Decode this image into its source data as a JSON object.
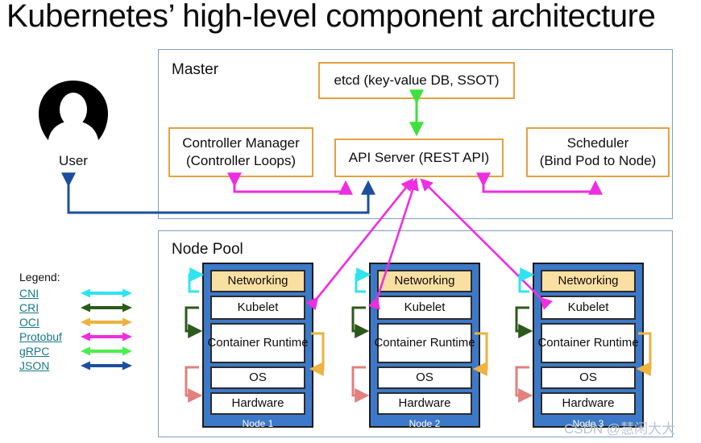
{
  "title": "Kubernetes’ high-level component architecture",
  "user": {
    "label": "User",
    "icon": "user-avatar-icon"
  },
  "master": {
    "title": "Master",
    "boxes": [
      {
        "id": "etcd",
        "label": "etcd (key-value DB, SSOT)"
      },
      {
        "id": "controller-manager",
        "label": "Controller Manager\n(Controller Loops)"
      },
      {
        "id": "api-server",
        "label": "API Server (REST API)"
      },
      {
        "id": "scheduler",
        "label": "Scheduler\n(Bind Pod to Node)"
      }
    ],
    "box_labels": {
      "etcd": "etcd (key-value DB, SSOT)",
      "controller_manager_line1": "Controller Manager",
      "controller_manager_line2": "(Controller Loops)",
      "api_server": "API Server (REST API)",
      "scheduler_line1": "Scheduler",
      "scheduler_line2": "(Bind Pod to Node)"
    }
  },
  "node_pool": {
    "title": "Node Pool",
    "layer_labels": {
      "networking": "Networking",
      "kubelet": "Kubelet",
      "runtime_line1": "Container",
      "runtime_line2": "Runtime",
      "os": "OS",
      "hardware": "Hardware"
    },
    "nodes": [
      {
        "caption": "Node 1"
      },
      {
        "caption": "Node 2"
      },
      {
        "caption": "Node 3"
      }
    ]
  },
  "legend": {
    "title": "Legend:",
    "items": [
      {
        "label": "CNI",
        "color": "#2fe4f2"
      },
      {
        "label": "CRI",
        "color": "#2c5a1a"
      },
      {
        "label": "OCI",
        "color": "#edb23f"
      },
      {
        "label": "Protobuf",
        "color": "#ee2ee0"
      },
      {
        "label": "gRPC",
        "color": "#4ded4d"
      },
      {
        "label": "JSON",
        "color": "#1b4f9e"
      }
    ]
  },
  "colors": {
    "region_border": "#7d9fc4",
    "master_box_border": "#e3a23f",
    "node_fill": "#3d79c9",
    "networking_fill": "#fadfa2",
    "legend_link": "#17788a",
    "cni": "#2fe4f2",
    "cri": "#2c5a1a",
    "oci": "#edb23f",
    "protobuf": "#ee2ee0",
    "grpc": "#4ded4d",
    "json": "#1b4f9e"
  },
  "watermark": "CSDN @慧闲大大"
}
